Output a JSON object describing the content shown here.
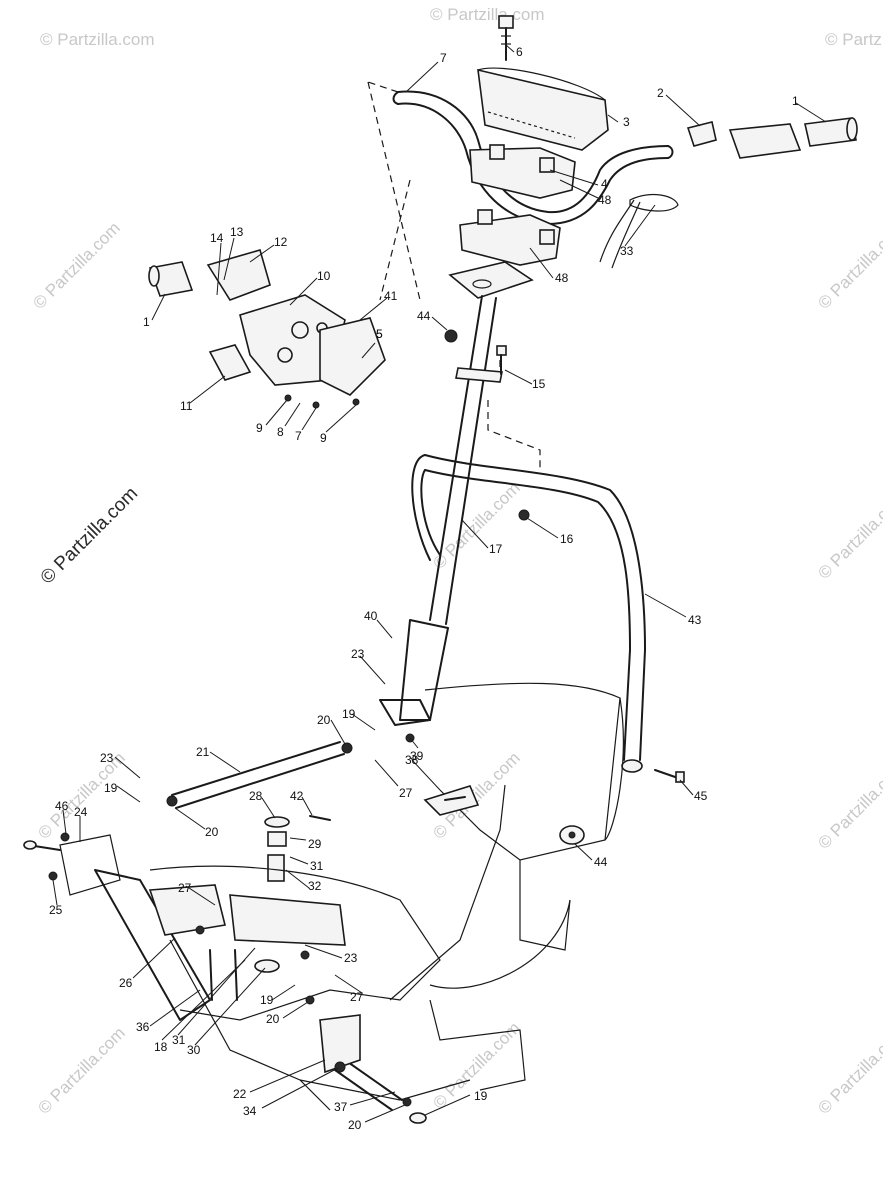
{
  "watermark": {
    "text": "© Partzilla.com",
    "main_text": "© Partzilla.com"
  },
  "callouts": [
    "1",
    "2",
    "3",
    "4",
    "5",
    "6",
    "7",
    "48",
    "33",
    "48",
    "14",
    "13",
    "12",
    "10",
    "41",
    "5",
    "1",
    "11",
    "9",
    "8",
    "7",
    "9",
    "44",
    "15",
    "17",
    "16",
    "43",
    "40",
    "23",
    "19",
    "20",
    "39",
    "38",
    "21",
    "23",
    "19",
    "27",
    "20",
    "28",
    "42",
    "29",
    "46",
    "24",
    "31",
    "25",
    "32",
    "27",
    "45",
    "44",
    "26",
    "23",
    "36",
    "18",
    "31",
    "30",
    "19",
    "20",
    "27",
    "22",
    "34",
    "37",
    "20",
    "19"
  ]
}
